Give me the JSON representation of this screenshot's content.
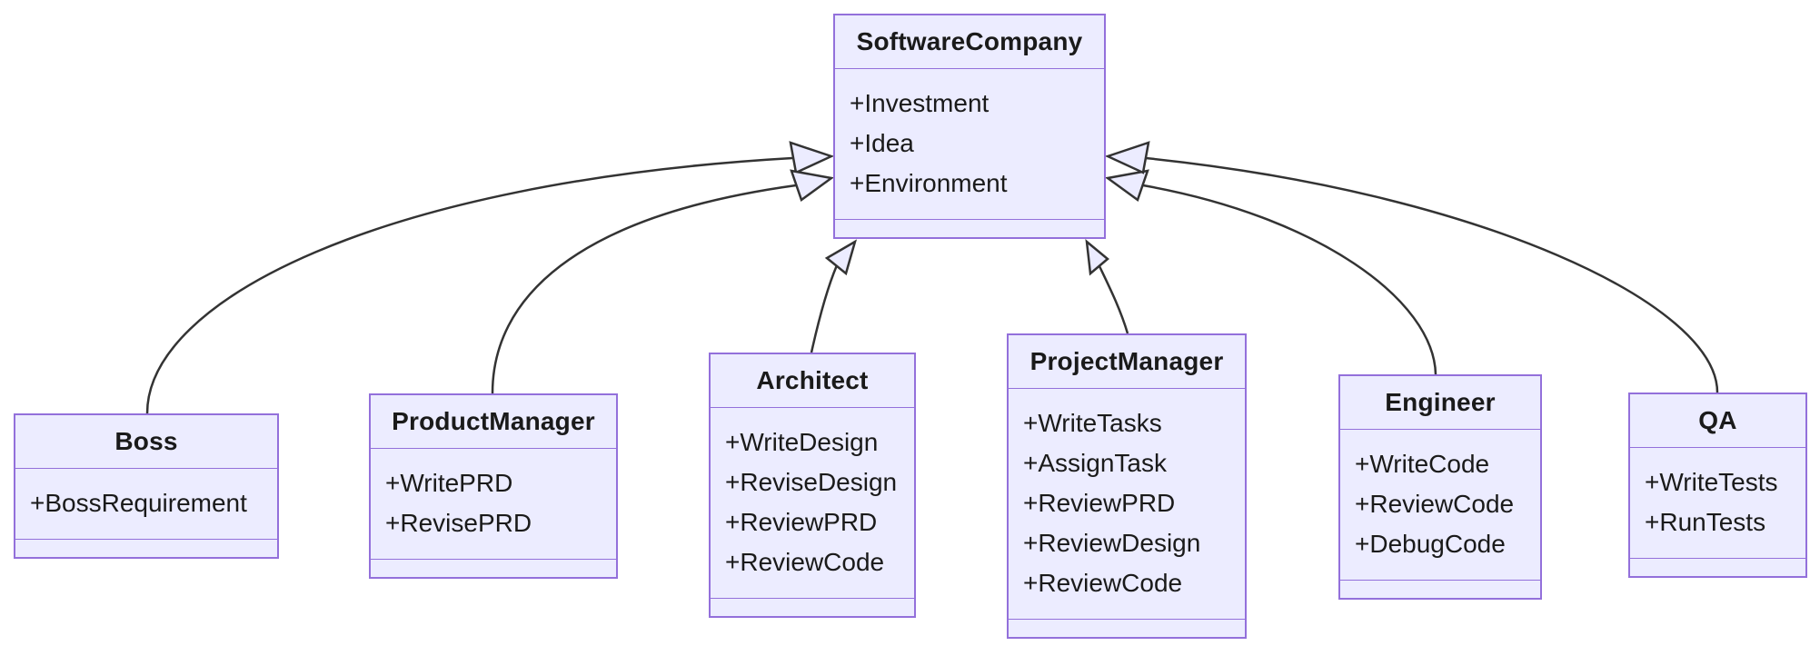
{
  "diagram": {
    "type": "uml-class-diagram",
    "colors": {
      "node_fill": "#ECECFF",
      "node_border": "#9370DB",
      "edge_color": "#333333",
      "text_color": "#1a1a1a",
      "background": "#ffffff"
    },
    "classes": [
      {
        "id": "SoftwareCompany",
        "name": "SoftwareCompany",
        "members": [
          "+Investment",
          "+Idea",
          "+Environment"
        ]
      },
      {
        "id": "Boss",
        "name": "Boss",
        "members": [
          "+BossRequirement"
        ]
      },
      {
        "id": "ProductManager",
        "name": "ProductManager",
        "members": [
          "+WritePRD",
          "+RevisePRD"
        ]
      },
      {
        "id": "Architect",
        "name": "Architect",
        "members": [
          "+WriteDesign",
          "+ReviseDesign",
          "+ReviewPRD",
          "+ReviewCode"
        ]
      },
      {
        "id": "ProjectManager",
        "name": "ProjectManager",
        "members": [
          "+WriteTasks",
          "+AssignTask",
          "+ReviewPRD",
          "+ReviewDesign",
          "+ReviewCode"
        ]
      },
      {
        "id": "Engineer",
        "name": "Engineer",
        "members": [
          "+WriteCode",
          "+ReviewCode",
          "+DebugCode"
        ]
      },
      {
        "id": "QA",
        "name": "QA",
        "members": [
          "+WriteTests",
          "+RunTests"
        ]
      }
    ],
    "edges": [
      {
        "from": "Boss",
        "to": "SoftwareCompany",
        "type": "inheritance"
      },
      {
        "from": "ProductManager",
        "to": "SoftwareCompany",
        "type": "inheritance"
      },
      {
        "from": "Architect",
        "to": "SoftwareCompany",
        "type": "inheritance"
      },
      {
        "from": "ProjectManager",
        "to": "SoftwareCompany",
        "type": "inheritance"
      },
      {
        "from": "Engineer",
        "to": "SoftwareCompany",
        "type": "inheritance"
      },
      {
        "from": "QA",
        "to": "SoftwareCompany",
        "type": "inheritance"
      }
    ]
  }
}
